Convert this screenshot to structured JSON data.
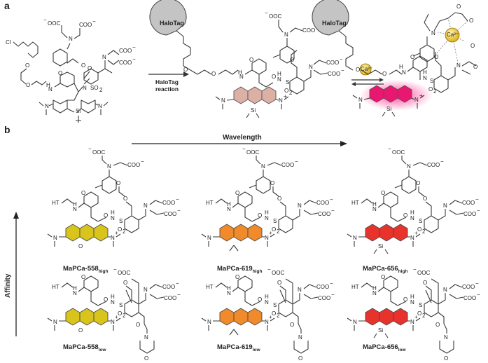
{
  "panels": {
    "a": {
      "label": "a"
    },
    "b": {
      "label": "b"
    }
  },
  "tags": {
    "halotag_1": "HaloTag",
    "halotag_2": "HaloTag"
  },
  "reaction": {
    "line1": "HaloTag",
    "line2": "reaction",
    "ion": "Ca²⁺",
    "ion_bound": "Ca²⁺"
  },
  "atoms": {
    "cl": "Cl",
    "n": "N",
    "h": "H",
    "o": "O",
    "si": "Si",
    "so2": "SO",
    "so2_sub": "2",
    "s": "S",
    "o2": "O",
    "o2_sub": "2",
    "nplus": "N",
    "plus": "+",
    "coo": "COO",
    "ooc": "OOC",
    "minus": "−",
    "ht": "HT"
  },
  "axes": {
    "wavelength": "Wavelength",
    "affinity": "Affinity"
  },
  "compounds": [
    {
      "name": "MaPCa-558",
      "sub": "high",
      "color": "#d8c41a"
    },
    {
      "name": "MaPCa-619",
      "sub": "high",
      "color": "#f08a2a"
    },
    {
      "name": "MaPCa-656",
      "sub": "high",
      "color": "#e8322c"
    },
    {
      "name": "MaPCa-558",
      "sub": "low",
      "color": "#d8c41a"
    },
    {
      "name": "MaPCa-619",
      "sub": "low",
      "color": "#f08a2a"
    },
    {
      "name": "MaPCa-656",
      "sub": "low",
      "color": "#e8322c"
    }
  ],
  "colors": {
    "pale_core": "#ddb0a6",
    "pink_core": "#e8176f",
    "halotag": "#bdbdbd",
    "calcium": "#f1d54a"
  }
}
